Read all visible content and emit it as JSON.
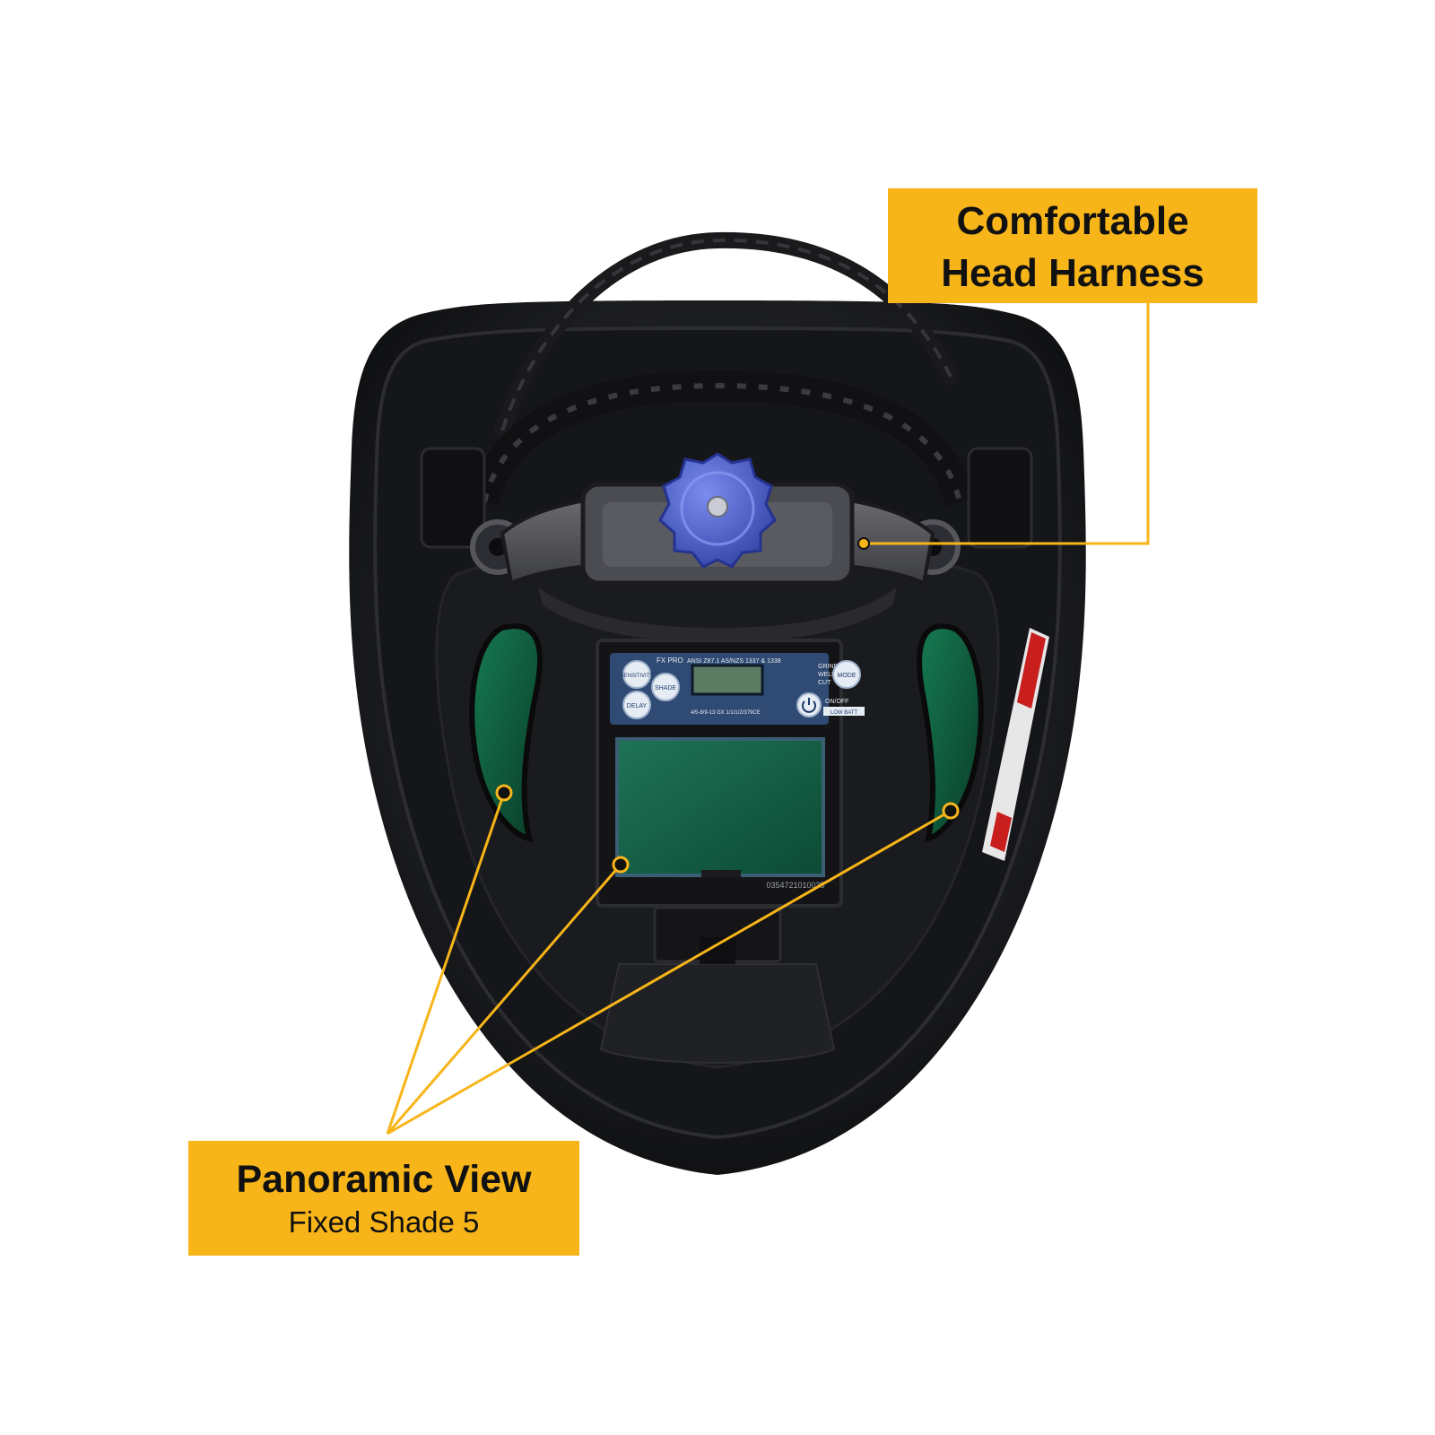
{
  "callouts": {
    "harness": {
      "line1": "Comfortable",
      "line2": "Head Harness"
    },
    "panoramic": {
      "title": "Panoramic View",
      "subtitle": "Fixed Shade 5"
    }
  },
  "filter_panel": {
    "brand": "FX PRO",
    "standards": "ANSI Z87.1 AS/NZS 1337 & 1338",
    "mode_list": [
      "GRIND",
      "WELD",
      "CUT"
    ],
    "buttons": {
      "sensitivity": "SENSITIVITY",
      "shade": "SHADE",
      "delay": "DELAY",
      "mode": "MODE"
    },
    "power_label": "ON/OFF",
    "low_batt": "LOW BATT",
    "rating": "4/5-8/9-13 GX 1/1/1/2/379CE",
    "serial": "0354721010035"
  },
  "colors": {
    "accent": "#f7b519",
    "shell": "#1c1d20",
    "lens_green": "#0f5a3a",
    "knob_blue": "#4a5fc7"
  },
  "icons": {
    "power": "power-icon",
    "markers": "callout-dot-marker"
  }
}
